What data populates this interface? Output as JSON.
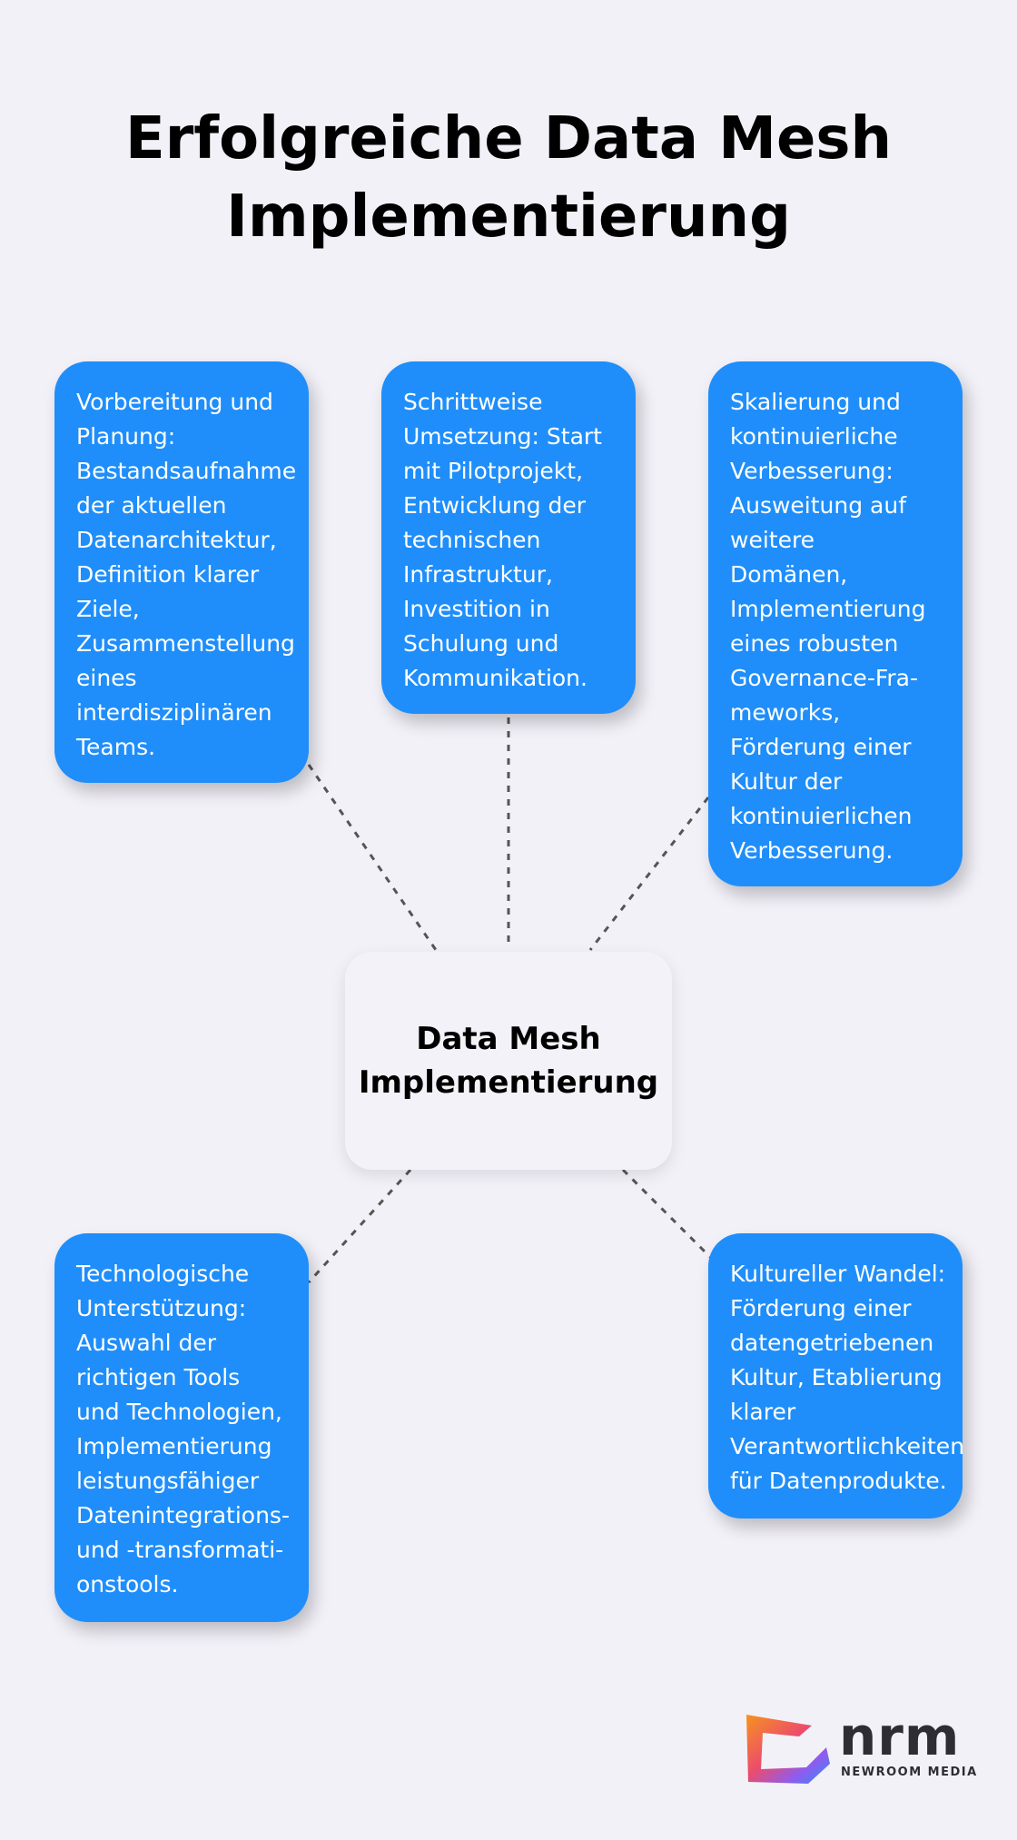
{
  "title": {
    "line1": "Erfolgreiche Data Mesh",
    "line2": "Implementierung"
  },
  "center": {
    "line1": "Data Mesh",
    "line2": "Implementierung"
  },
  "boxes": [
    {
      "lines": [
        "Vorbereitung und",
        "Planung:",
        "Bestandsaufnahme",
        "der aktuellen",
        "Datenarchitektur,",
        "Definition klarer",
        "Ziele,",
        "Zusammenstellung",
        "eines",
        "interdisziplinären",
        "Teams."
      ]
    },
    {
      "lines": [
        "Schrittweise",
        "Umsetzung: Start",
        "mit Pilotprojekt,",
        "Entwicklung der",
        "technischen",
        "Infrastruktur,",
        "Investition in",
        "Schulung und",
        "Kommunikation."
      ]
    },
    {
      "lines": [
        "Skalierung und",
        "kontinuierliche",
        "Verbesserung:",
        "Ausweitung auf",
        "weitere",
        "Domänen,",
        "Implementierung",
        "eines robusten",
        "Governance-Fra-",
        "meworks,",
        "Förderung einer",
        "Kultur der",
        "kontinuierlichen",
        "Verbesserung."
      ]
    },
    {
      "lines": [
        "Technologische",
        "Unterstützung:",
        "Auswahl der",
        "richtigen Tools",
        "und Technologien,",
        "Implementierung",
        "leistungsfähiger",
        "Datenintegrations-",
        "und -transformati-",
        "onstools."
      ]
    },
    {
      "lines": [
        "Kultureller Wandel:",
        "Förderung einer",
        "datengetriebenen",
        "Kultur, Etablierung",
        "klarer",
        "Verantwortlichkeiten",
        "für Datenprodukte."
      ]
    }
  ],
  "logo": {
    "name": "nrm",
    "subtitle": "NEWROOM MEDIA",
    "colors": [
      "#f7931e",
      "#ec4c6b",
      "#8e5cf0",
      "#2f8cf5"
    ]
  },
  "colors": {
    "background": "#f2f1f8",
    "box": "#1f8efa",
    "connector": "#555555"
  }
}
